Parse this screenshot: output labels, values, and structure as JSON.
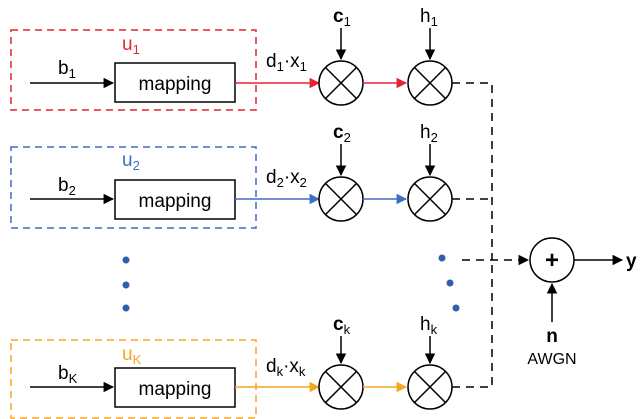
{
  "colors": {
    "user1": "#e8232f",
    "user2": "#3f6fc1",
    "userK": "#f5a623",
    "line": "#000000"
  },
  "users": [
    {
      "box_label": "u",
      "box_sub": "1",
      "input": "b",
      "input_sub": "1",
      "mapping": "mapping",
      "signal_a": "d",
      "signal_a_sub": "1",
      "signal_b": "·x",
      "signal_b_sub": "1",
      "code": "c",
      "code_sub": "1",
      "channel": "h",
      "channel_sub": "1"
    },
    {
      "box_label": "u",
      "box_sub": "2",
      "input": "b",
      "input_sub": "2",
      "mapping": "mapping",
      "signal_a": "d",
      "signal_a_sub": "2",
      "signal_b": "·x",
      "signal_b_sub": "2",
      "code": "c",
      "code_sub": "2",
      "channel": "h",
      "channel_sub": "2"
    },
    {
      "box_label": "u",
      "box_sub": "K",
      "input": "b",
      "input_sub": "K",
      "mapping": "mapping",
      "signal_a": "d",
      "signal_a_sub": "k",
      "signal_b": "·x",
      "signal_b_sub": "k",
      "code": "c",
      "code_sub": "k",
      "channel": "h",
      "channel_sub": "k"
    }
  ],
  "sum": {
    "symbol": "+",
    "output": "y",
    "noise": "n",
    "noise_label": "AWGN"
  }
}
